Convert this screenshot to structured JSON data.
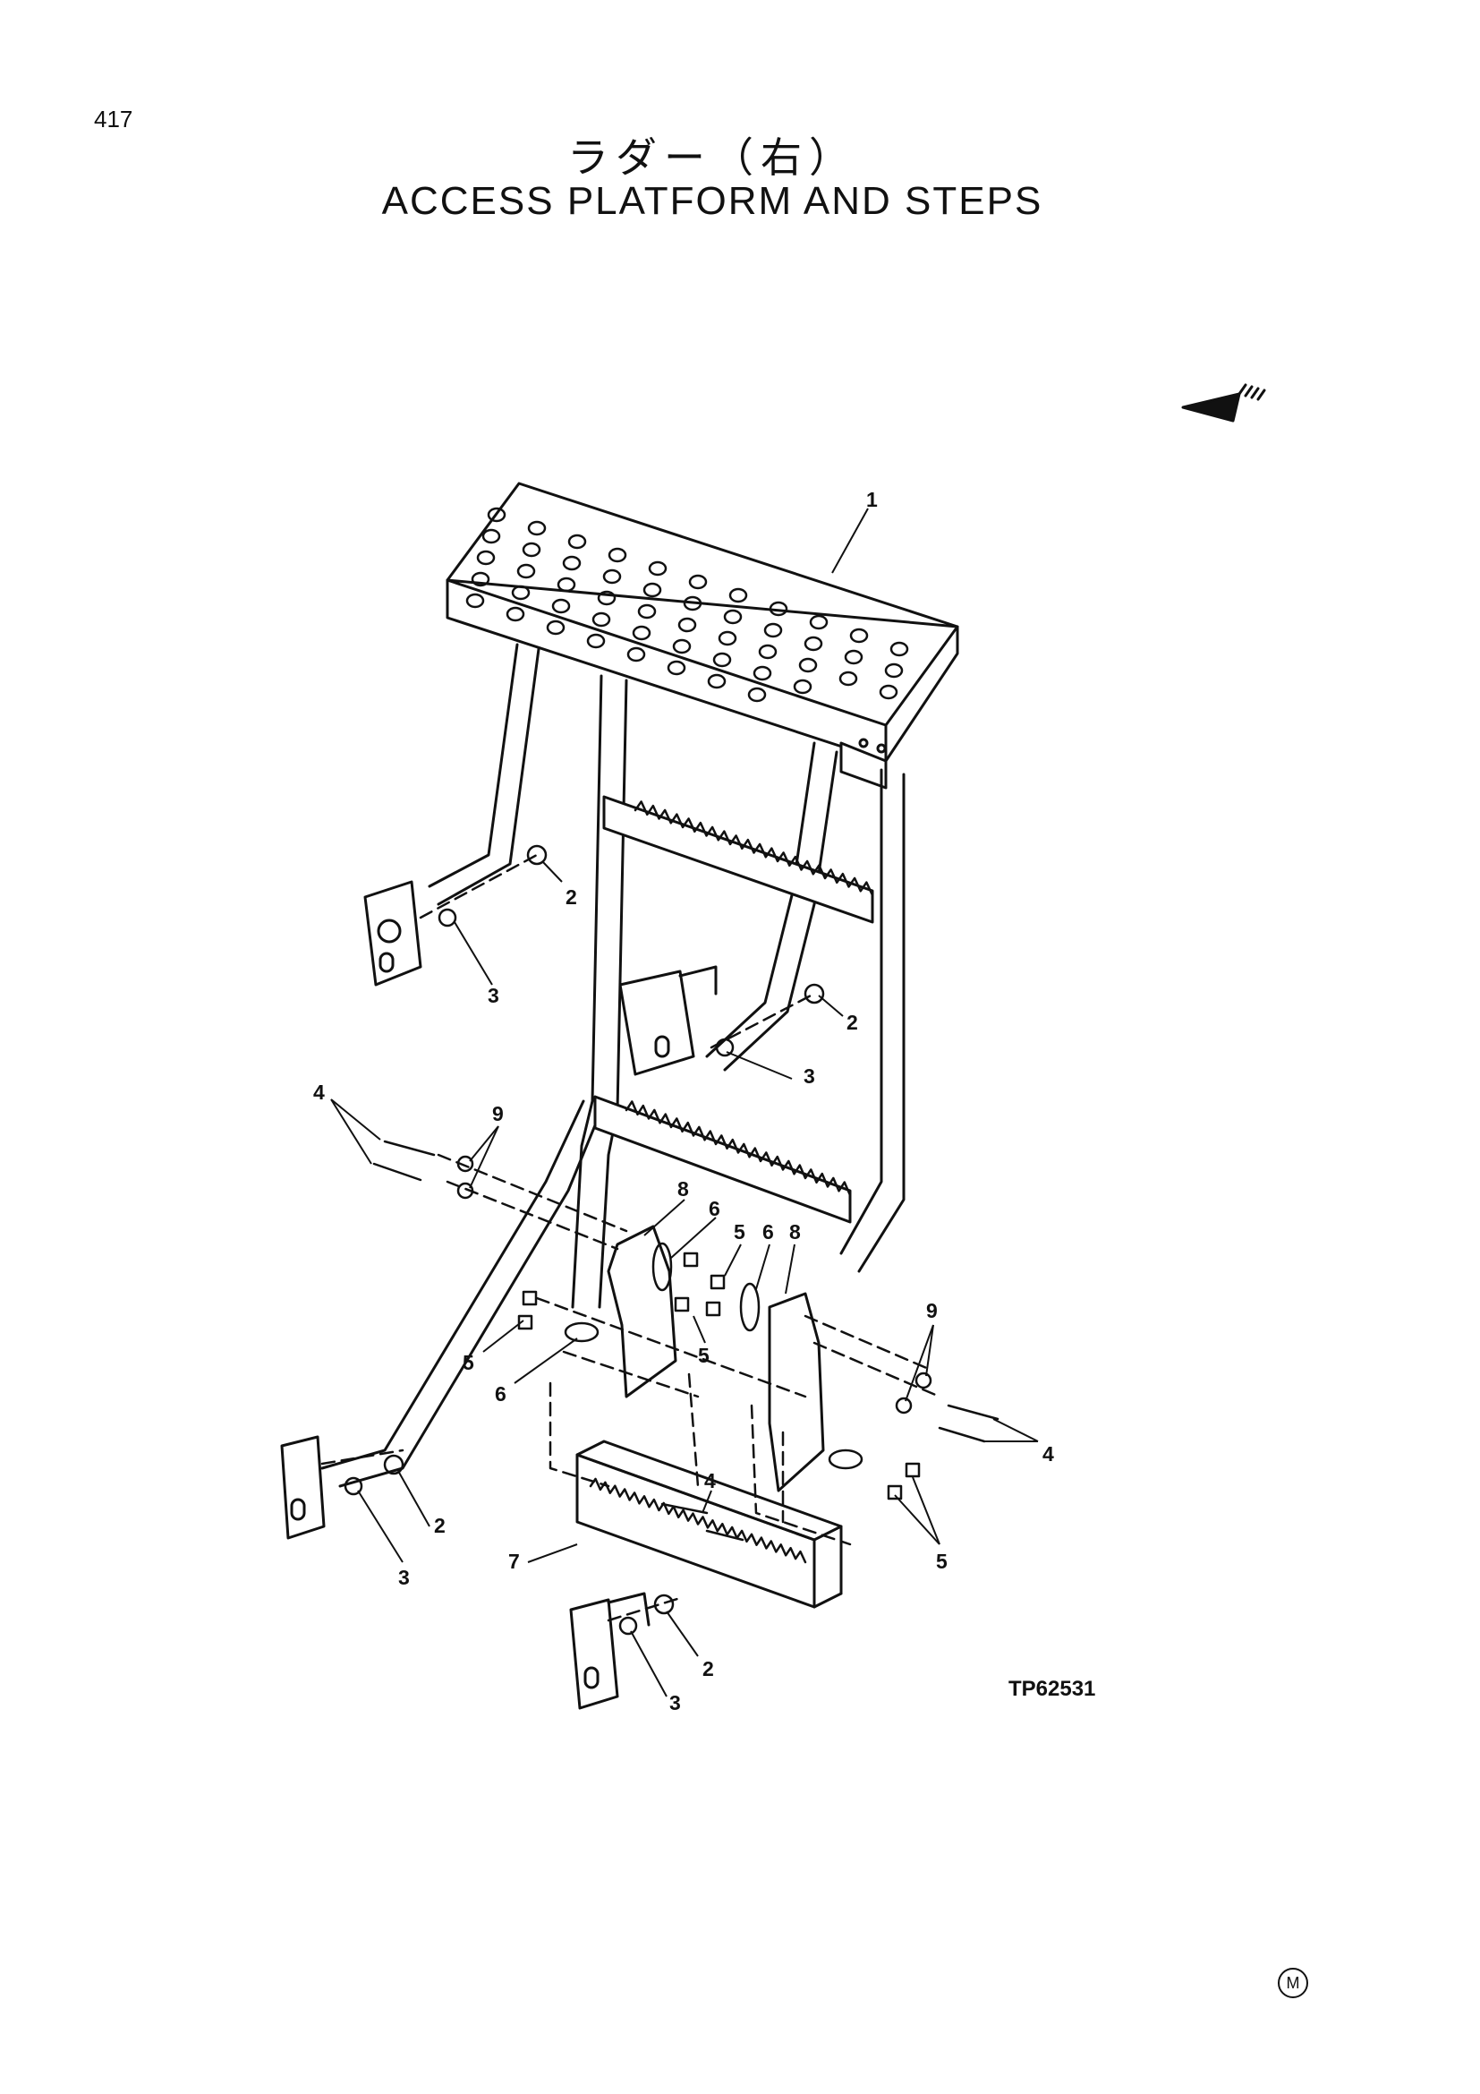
{
  "page_number": "417",
  "title_japanese": "ラダー（右）",
  "title_english": "ACCESS PLATFORM AND STEPS",
  "figure_code": "TP62531",
  "corner_mark": "M",
  "direction_icon": "front-direction-arrow-icon",
  "callouts": [
    {
      "id": "c1",
      "label": "1"
    },
    {
      "id": "c2a",
      "label": "2"
    },
    {
      "id": "c3a",
      "label": "3"
    },
    {
      "id": "c2b",
      "label": "2"
    },
    {
      "id": "c3b",
      "label": "3"
    },
    {
      "id": "c4a",
      "label": "4"
    },
    {
      "id": "c9a",
      "label": "9"
    },
    {
      "id": "c8a",
      "label": "8"
    },
    {
      "id": "c6a",
      "label": "6"
    },
    {
      "id": "c5a",
      "label": "5"
    },
    {
      "id": "c6b",
      "label": "6"
    },
    {
      "id": "c8b",
      "label": "8"
    },
    {
      "id": "c5b",
      "label": "5"
    },
    {
      "id": "c5c",
      "label": "5"
    },
    {
      "id": "c6c",
      "label": "6"
    },
    {
      "id": "c9b",
      "label": "9"
    },
    {
      "id": "c4b",
      "label": "4"
    },
    {
      "id": "c4c",
      "label": "4"
    },
    {
      "id": "c5d",
      "label": "5"
    },
    {
      "id": "c7",
      "label": "7"
    },
    {
      "id": "c2c",
      "label": "2"
    },
    {
      "id": "c3c",
      "label": "3"
    },
    {
      "id": "c2d",
      "label": "2"
    },
    {
      "id": "c3d",
      "label": "3"
    }
  ]
}
